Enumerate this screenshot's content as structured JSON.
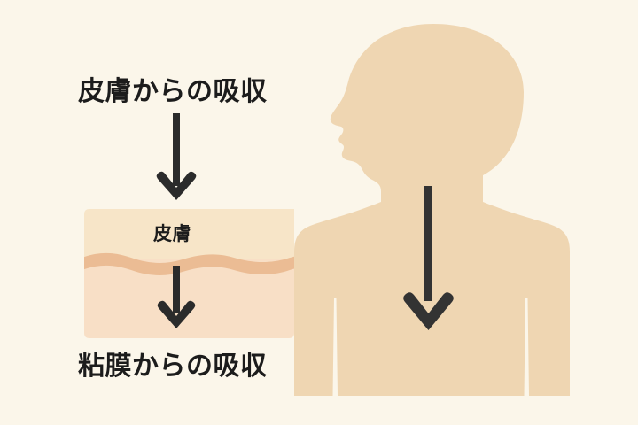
{
  "diagram": {
    "title_top": "皮膚からの吸収",
    "title_bottom": "粘膜からの吸収",
    "layer_label": "皮膚",
    "background_color": "#FBF6EA",
    "body_color": "#EFD6B2",
    "skin_upper_color": "#F7E5C8",
    "skin_lower_color": "#F8DFC6",
    "wave_color": "#E9B98F",
    "arrow_color": "#2B2B2B",
    "gap_color": "#FBF6EA"
  },
  "arrows": [
    {
      "name": "arrow-skin-absorption",
      "from_label": "皮膚からの吸収",
      "to_label": "皮膚",
      "direction": "down"
    },
    {
      "name": "arrow-mucosa-absorption",
      "from_label": "皮膚",
      "to_label": "粘膜からの吸収",
      "direction": "down"
    },
    {
      "name": "arrow-body-absorption",
      "from_label": "neck",
      "to_label": "chest",
      "direction": "down"
    }
  ],
  "figure": {
    "name": "human-upper-body-silhouette",
    "facing": "left",
    "parts": [
      "head",
      "face-profile",
      "neck",
      "shoulders",
      "torso",
      "left-arm",
      "right-arm"
    ]
  }
}
